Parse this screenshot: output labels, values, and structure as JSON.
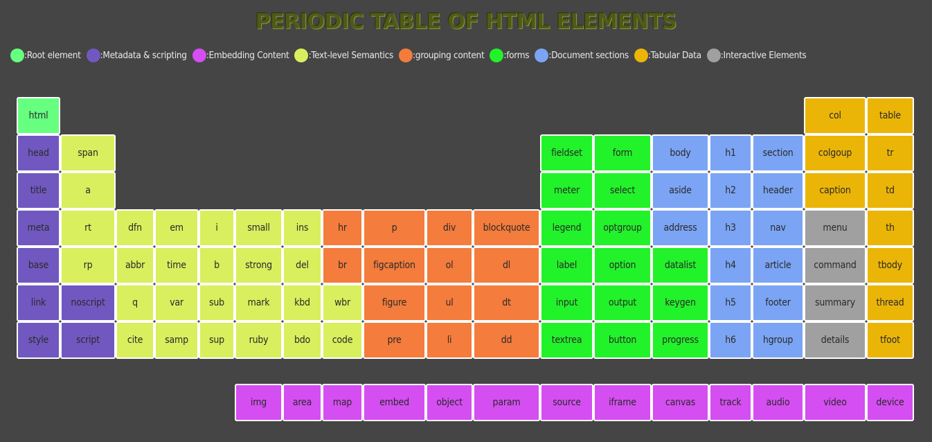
{
  "title": "PERIODIC TABLE OF HTML ELEMENTS",
  "categories": {
    "root": {
      "label": ":Root element",
      "color": "#66ff80"
    },
    "metadata": {
      "label": ":Metadata & scripting",
      "color": "#7158c0"
    },
    "embedding": {
      "label": ":Embedding Content",
      "color": "#d54ef2"
    },
    "text": {
      "label": ":Text-level Semantics",
      "color": "#d9ef5e"
    },
    "grouping": {
      "label": ":grouping content",
      "color": "#f47c3c"
    },
    "forms": {
      "label": ":forms",
      "color": "#22f22a"
    },
    "sections": {
      "label": ":Document sections",
      "color": "#7ba4f4"
    },
    "tabular": {
      "label": ":Tabular Data",
      "color": "#ebb508"
    },
    "interactive": {
      "label": ":Interactive Elements",
      "color": "#a0a0a0"
    }
  },
  "legend_order": [
    "root",
    "metadata",
    "embedding",
    "text",
    "grouping",
    "forms",
    "sections",
    "tabular",
    "interactive"
  ],
  "elements": [
    {
      "name": "html",
      "cat": "root",
      "col": 0,
      "row": 0
    },
    {
      "name": "col",
      "cat": "tabular",
      "col": 17,
      "row": 0
    },
    {
      "name": "table",
      "cat": "tabular",
      "col": 18,
      "row": 0
    },
    {
      "name": "head",
      "cat": "metadata",
      "col": 0,
      "row": 1
    },
    {
      "name": "span",
      "cat": "text",
      "col": 1,
      "row": 1
    },
    {
      "name": "fieldset",
      "cat": "forms",
      "col": 12,
      "row": 1
    },
    {
      "name": "form",
      "cat": "forms",
      "col": 13,
      "row": 1
    },
    {
      "name": "body",
      "cat": "sections",
      "col": 14,
      "row": 1
    },
    {
      "name": "h1",
      "cat": "sections",
      "col": 15,
      "row": 1
    },
    {
      "name": "section",
      "cat": "sections",
      "col": 16,
      "row": 1
    },
    {
      "name": "colgoup",
      "cat": "tabular",
      "col": 17,
      "row": 1
    },
    {
      "name": "tr",
      "cat": "tabular",
      "col": 18,
      "row": 1
    },
    {
      "name": "title",
      "cat": "metadata",
      "col": 0,
      "row": 2
    },
    {
      "name": "a",
      "cat": "text",
      "col": 1,
      "row": 2
    },
    {
      "name": "meter",
      "cat": "forms",
      "col": 12,
      "row": 2
    },
    {
      "name": "select",
      "cat": "forms",
      "col": 13,
      "row": 2
    },
    {
      "name": "aside",
      "cat": "sections",
      "col": 14,
      "row": 2
    },
    {
      "name": "h2",
      "cat": "sections",
      "col": 15,
      "row": 2
    },
    {
      "name": "header",
      "cat": "sections",
      "col": 16,
      "row": 2
    },
    {
      "name": "caption",
      "cat": "tabular",
      "col": 17,
      "row": 2
    },
    {
      "name": "td",
      "cat": "tabular",
      "col": 18,
      "row": 2
    },
    {
      "name": "meta",
      "cat": "metadata",
      "col": 0,
      "row": 3
    },
    {
      "name": "rt",
      "cat": "text",
      "col": 1,
      "row": 3
    },
    {
      "name": "dfn",
      "cat": "text",
      "col": 2,
      "row": 3
    },
    {
      "name": "em",
      "cat": "text",
      "col": 3,
      "row": 3
    },
    {
      "name": "i",
      "cat": "text",
      "col": 4,
      "row": 3
    },
    {
      "name": "small",
      "cat": "text",
      "col": 5,
      "row": 3
    },
    {
      "name": "ins",
      "cat": "text",
      "col": 6,
      "row": 3
    },
    {
      "name": "hr",
      "cat": "grouping",
      "col": 7,
      "row": 3
    },
    {
      "name": "p",
      "cat": "grouping",
      "col": 8,
      "row": 3
    },
    {
      "name": "div",
      "cat": "grouping",
      "col": 9,
      "row": 3
    },
    {
      "name": "blockquote",
      "cat": "grouping",
      "col": 10,
      "row": 3
    },
    {
      "name": "legend",
      "cat": "forms",
      "col": 12,
      "row": 3
    },
    {
      "name": "optgroup",
      "cat": "forms",
      "col": 13,
      "row": 3
    },
    {
      "name": "address",
      "cat": "sections",
      "col": 14,
      "row": 3
    },
    {
      "name": "h3",
      "cat": "sections",
      "col": 15,
      "row": 3
    },
    {
      "name": "nav",
      "cat": "sections",
      "col": 16,
      "row": 3
    },
    {
      "name": "menu",
      "cat": "interactive",
      "col": 17,
      "row": 3
    },
    {
      "name": "th",
      "cat": "tabular",
      "col": 18,
      "row": 3
    },
    {
      "name": "base",
      "cat": "metadata",
      "col": 0,
      "row": 4
    },
    {
      "name": "rp",
      "cat": "text",
      "col": 1,
      "row": 4
    },
    {
      "name": "abbr",
      "cat": "text",
      "col": 2,
      "row": 4
    },
    {
      "name": "time",
      "cat": "text",
      "col": 3,
      "row": 4
    },
    {
      "name": "b",
      "cat": "text",
      "col": 4,
      "row": 4
    },
    {
      "name": "strong",
      "cat": "text",
      "col": 5,
      "row": 4
    },
    {
      "name": "del",
      "cat": "text",
      "col": 6,
      "row": 4
    },
    {
      "name": "br",
      "cat": "grouping",
      "col": 7,
      "row": 4
    },
    {
      "name": "figcaption",
      "cat": "grouping",
      "col": 8,
      "row": 4
    },
    {
      "name": "ol",
      "cat": "grouping",
      "col": 9,
      "row": 4
    },
    {
      "name": "dl",
      "cat": "grouping",
      "col": 10,
      "row": 4
    },
    {
      "name": "label",
      "cat": "forms",
      "col": 12,
      "row": 4
    },
    {
      "name": "option",
      "cat": "forms",
      "col": 13,
      "row": 4
    },
    {
      "name": "datalist",
      "cat": "forms",
      "col": 14,
      "row": 4
    },
    {
      "name": "h4",
      "cat": "sections",
      "col": 15,
      "row": 4
    },
    {
      "name": "article",
      "cat": "sections",
      "col": 16,
      "row": 4
    },
    {
      "name": "command",
      "cat": "interactive",
      "col": 17,
      "row": 4
    },
    {
      "name": "tbody",
      "cat": "tabular",
      "col": 18,
      "row": 4
    },
    {
      "name": "link",
      "cat": "metadata",
      "col": 0,
      "row": 5
    },
    {
      "name": "noscript",
      "cat": "metadata",
      "col": 1,
      "row": 5
    },
    {
      "name": "q",
      "cat": "text",
      "col": 2,
      "row": 5
    },
    {
      "name": "var",
      "cat": "text",
      "col": 3,
      "row": 5
    },
    {
      "name": "sub",
      "cat": "text",
      "col": 4,
      "row": 5
    },
    {
      "name": "mark",
      "cat": "text",
      "col": 5,
      "row": 5
    },
    {
      "name": "kbd",
      "cat": "text",
      "col": 6,
      "row": 5
    },
    {
      "name": "wbr",
      "cat": "text",
      "col": 7,
      "row": 5
    },
    {
      "name": "figure",
      "cat": "grouping",
      "col": 8,
      "row": 5
    },
    {
      "name": "ul",
      "cat": "grouping",
      "col": 9,
      "row": 5
    },
    {
      "name": "dt",
      "cat": "grouping",
      "col": 10,
      "row": 5
    },
    {
      "name": "input",
      "cat": "forms",
      "col": 12,
      "row": 5
    },
    {
      "name": "output",
      "cat": "forms",
      "col": 13,
      "row": 5
    },
    {
      "name": "keygen",
      "cat": "forms",
      "col": 14,
      "row": 5
    },
    {
      "name": "h5",
      "cat": "sections",
      "col": 15,
      "row": 5
    },
    {
      "name": "footer",
      "cat": "sections",
      "col": 16,
      "row": 5
    },
    {
      "name": "summary",
      "cat": "interactive",
      "col": 17,
      "row": 5
    },
    {
      "name": "thread",
      "cat": "tabular",
      "col": 18,
      "row": 5
    },
    {
      "name": "style",
      "cat": "metadata",
      "col": 0,
      "row": 6
    },
    {
      "name": "script",
      "cat": "metadata",
      "col": 1,
      "row": 6
    },
    {
      "name": "cite",
      "cat": "text",
      "col": 2,
      "row": 6
    },
    {
      "name": "samp",
      "cat": "text",
      "col": 3,
      "row": 6
    },
    {
      "name": "sup",
      "cat": "text",
      "col": 4,
      "row": 6
    },
    {
      "name": "ruby",
      "cat": "text",
      "col": 5,
      "row": 6
    },
    {
      "name": "bdo",
      "cat": "text",
      "col": 6,
      "row": 6
    },
    {
      "name": "code",
      "cat": "text",
      "col": 7,
      "row": 6
    },
    {
      "name": "pre",
      "cat": "grouping",
      "col": 8,
      "row": 6
    },
    {
      "name": "li",
      "cat": "grouping",
      "col": 9,
      "row": 6
    },
    {
      "name": "dd",
      "cat": "grouping",
      "col": 10,
      "row": 6
    },
    {
      "name": "textrea",
      "cat": "forms",
      "col": 12,
      "row": 6
    },
    {
      "name": "button",
      "cat": "forms",
      "col": 13,
      "row": 6
    },
    {
      "name": "progress",
      "cat": "forms",
      "col": 14,
      "row": 6
    },
    {
      "name": "h6",
      "cat": "sections",
      "col": 15,
      "row": 6
    },
    {
      "name": "hgroup",
      "cat": "sections",
      "col": 16,
      "row": 6
    },
    {
      "name": "details",
      "cat": "interactive",
      "col": 17,
      "row": 6
    },
    {
      "name": "tfoot",
      "cat": "tabular",
      "col": 18,
      "row": 6
    },
    {
      "name": "img",
      "cat": "embedding",
      "col": 5,
      "row": 7
    },
    {
      "name": "area",
      "cat": "embedding",
      "col": 6,
      "row": 7
    },
    {
      "name": "map",
      "cat": "embedding",
      "col": 7,
      "row": 7
    },
    {
      "name": "embed",
      "cat": "embedding",
      "col": 8,
      "row": 7
    },
    {
      "name": "object",
      "cat": "embedding",
      "col": 9,
      "row": 7
    },
    {
      "name": "param",
      "cat": "embedding",
      "col": 10,
      "row": 7
    },
    {
      "name": "source",
      "cat": "embedding",
      "col": 12,
      "row": 7
    },
    {
      "name": "iframe",
      "cat": "embedding",
      "col": 13,
      "row": 7
    },
    {
      "name": "canvas",
      "cat": "embedding",
      "col": 14,
      "row": 7
    },
    {
      "name": "track",
      "cat": "embedding",
      "col": 15,
      "row": 7
    },
    {
      "name": "audio",
      "cat": "embedding",
      "col": 16,
      "row": 7
    },
    {
      "name": "video",
      "cat": "embedding",
      "col": 17,
      "row": 7
    },
    {
      "name": "device",
      "cat": "embedding",
      "col": 18,
      "row": 7
    }
  ]
}
